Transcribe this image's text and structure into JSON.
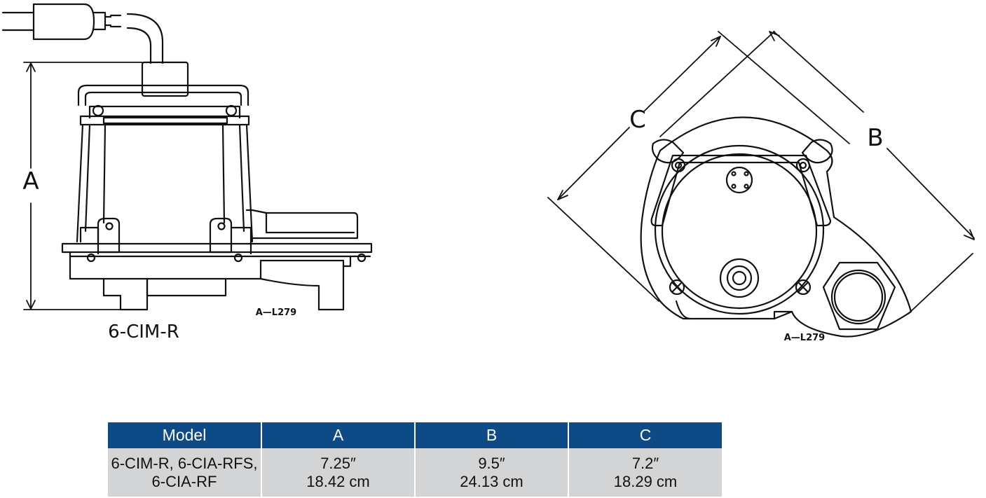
{
  "labels": {
    "dim_a": "A",
    "dim_b": "B",
    "dim_c": "C",
    "model_caption": "6-CIM-R",
    "drawing_number_side": "A—L279",
    "drawing_number_top": "A—L279"
  },
  "table": {
    "headers": [
      "Model",
      "A",
      "B",
      "C"
    ],
    "row": {
      "model_line1": "6-CIM-R, 6-CIA-RFS,",
      "model_line2": "6-CIA-RF",
      "a_in": "7.25″",
      "a_cm": "18.42 cm",
      "b_in": "9.5″",
      "b_cm": "24.13 cm",
      "c_in": "7.2″",
      "c_cm": "18.29 cm"
    }
  },
  "colors": {
    "header_bg": "#0e4a86",
    "row_bg": "#d3d4d6",
    "line": "#111111"
  }
}
